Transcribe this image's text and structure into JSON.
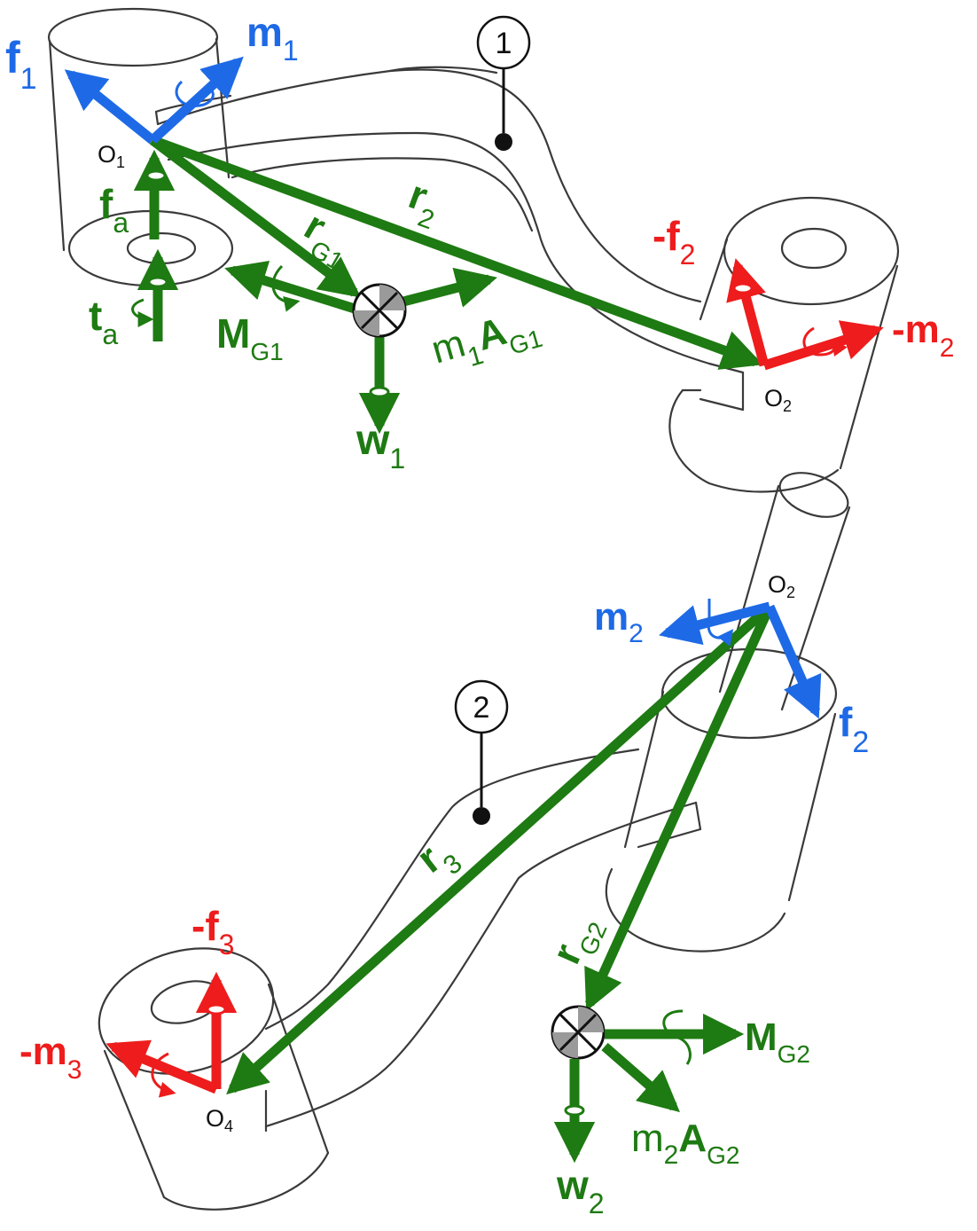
{
  "colors": {
    "green": "#1e7a12",
    "blue": "#1e6ae6",
    "red": "#ee1c1c",
    "sketch": "#3a3a3a",
    "cg_fill": "#9a9a9a"
  },
  "link_tags": [
    "1",
    "2"
  ],
  "points": {
    "o1": {
      "main": "O",
      "sub": "1"
    },
    "o2_top": {
      "main": "O",
      "sub": "2"
    },
    "o2_bottom": {
      "main": "O",
      "sub": "2"
    },
    "o4": {
      "main": "O",
      "sub": "4"
    }
  },
  "labels": {
    "f1": {
      "main": "f",
      "sub": "1"
    },
    "m1": {
      "main": "m",
      "sub": "1"
    },
    "fa": {
      "main": "f",
      "sub": "a"
    },
    "ta": {
      "main": "t",
      "sub": "a"
    },
    "rG1": {
      "main": "r",
      "sub": "G1"
    },
    "r2": {
      "main": "r",
      "sub": "2"
    },
    "MG1": {
      "main": "M",
      "sub": "G1"
    },
    "m1AG1": {
      "pre": "m",
      "pre_sub": "1",
      "main": "A",
      "sub": "G1"
    },
    "w1": {
      "main": "w",
      "sub": "1"
    },
    "neg_f2": {
      "main": "-f",
      "sub": "2"
    },
    "neg_m2": {
      "main": "-m",
      "sub": "2"
    },
    "m2": {
      "main": "m",
      "sub": "2"
    },
    "f2": {
      "main": "f",
      "sub": "2"
    },
    "r3": {
      "main": "r",
      "sub": "3"
    },
    "rG2": {
      "main": "r",
      "sub": "G2"
    },
    "neg_f3": {
      "main": "-f",
      "sub": "3"
    },
    "neg_m3": {
      "main": "-m",
      "sub": "3"
    },
    "MG2": {
      "main": "M",
      "sub": "G2"
    },
    "m2AG2": {
      "pre": "m",
      "pre_sub": "2",
      "main": "A",
      "sub": "G2"
    },
    "w2": {
      "main": "w",
      "sub": "2"
    }
  }
}
